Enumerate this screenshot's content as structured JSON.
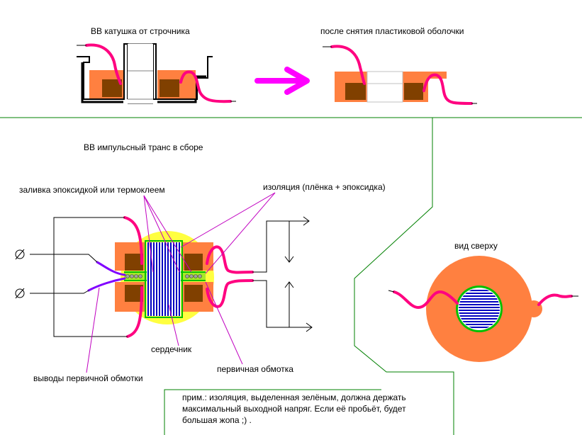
{
  "labels": {
    "hv_coil": "ВВ катушка от строчника",
    "after_shell": "после снятия пластиковой оболочки",
    "assembled": "ВВ импульсный транс в сборе",
    "potting": "заливка эпоксидкой или термоклеем",
    "insulation": "изоляция (плёнка + эпоксидка)",
    "core": "сердечник",
    "primary_leads": "выводы первичной обмотки",
    "primary_winding": "первичная обмотка",
    "top_view": "вид сверху"
  },
  "note": {
    "line1": "прим.: изоляция, выделенная зелёным, должна держать",
    "line2": "максимальный выходной напряг. Если её пробьёт, будет",
    "line3": "большая жопа ;) ."
  },
  "colors": {
    "coil_orange": "#ff8040",
    "winding_brown": "#804000",
    "wire_magenta": "#ff0080",
    "arrow_magenta": "#ff00ff",
    "core_blue": "#0000c0",
    "insulation_green": "#00c000",
    "potting_yellow": "#ffff40",
    "primary_purple": "#8000ff",
    "divider_green": "#008000",
    "leader_magenta": "#c000c0"
  },
  "icons": {
    "terminal": "terminal-symbol-icon",
    "process_arrow": "right-arrow-icon"
  }
}
